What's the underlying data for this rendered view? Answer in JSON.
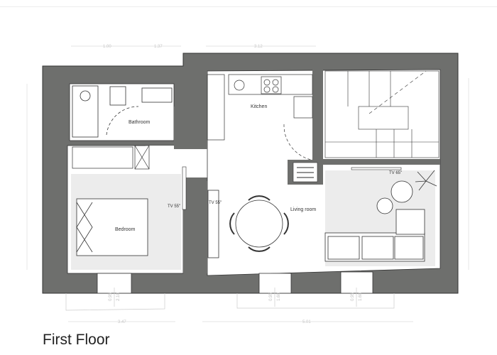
{
  "title": "First Floor",
  "rooms": {
    "bathroom": "Bathroom",
    "kitchen": "Kitchen",
    "bedroom": "Bedroom",
    "living_room": "Living room"
  },
  "tv_labels": {
    "bedroom_tv": "TV 55''",
    "living_tv_small": "TV 55''",
    "living_tv_large": "TV 65''"
  },
  "dimensions": {
    "top": [
      "1.00",
      "1.37",
      "3.12"
    ],
    "bottom": [
      "3.47",
      "5.01"
    ],
    "windows": [
      {
        "w": "0.95",
        "h": "2.10"
      },
      {
        "w": "0.95",
        "h": "1.60"
      },
      {
        "w": "0.95",
        "h": "1.60"
      }
    ]
  },
  "colors": {
    "wall": "#6e6f6d",
    "floor": "#ffffff",
    "rug": "#ececec"
  }
}
